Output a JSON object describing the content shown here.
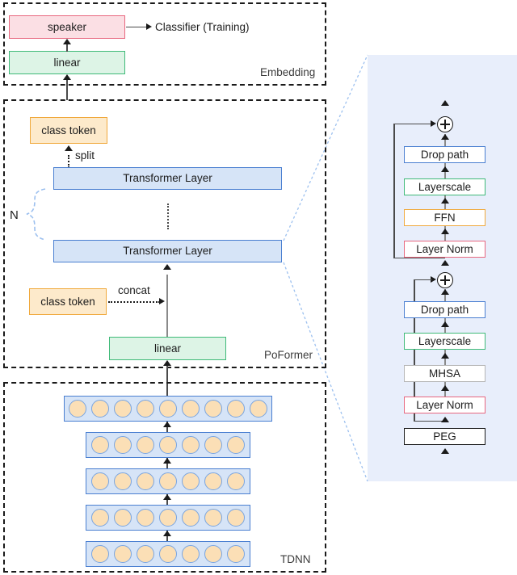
{
  "figure": {
    "title": "PoFormer speaker embedding architecture diagram"
  },
  "groups": {
    "embedding": {
      "label": "Embedding"
    },
    "poformer": {
      "label": "PoFormer"
    },
    "tdnn": {
      "label": "TDNN"
    }
  },
  "embedding": {
    "speaker_box": "speaker",
    "linear_box": "linear",
    "classifier_text": "Classifier (Training)"
  },
  "poformer": {
    "class_token_top": "class token",
    "split_label": "split",
    "transformer_layer_top": "Transformer Layer",
    "transformer_layer_bottom": "Transformer Layer",
    "repeat_label": "N",
    "class_token_bottom": "class token",
    "concat_label": "concat",
    "linear_box": "linear"
  },
  "tdnn": {
    "rows": [
      {
        "units": 9
      },
      {
        "units": 7
      },
      {
        "units": 7
      },
      {
        "units": 7
      },
      {
        "units": 7
      }
    ]
  },
  "transformer_detail": {
    "ffn_block": {
      "drop_path": "Drop path",
      "layerscale": "Layerscale",
      "ffn": "FFN",
      "layer_norm": "Layer Norm"
    },
    "attn_block": {
      "drop_path": "Drop path",
      "layerscale": "Layerscale",
      "mhsa": "MHSA",
      "layer_norm": "Layer Norm",
      "peg": "PEG"
    },
    "residual_add_symbol": "+"
  },
  "colors": {
    "pink": "#e8677f",
    "pink_fill": "#fbdfe4",
    "green": "#3fba78",
    "green_fill": "#ddf4e6",
    "orange": "#f0a93c",
    "orange_fill": "#fdeacb",
    "blue": "#4a7fd1",
    "blue_fill": "#d6e4f7",
    "grey": "#b6b6b6",
    "black": "#1a1a1a",
    "panel_fill": "#e8eefb",
    "node_fill": "#fbdfb6"
  }
}
